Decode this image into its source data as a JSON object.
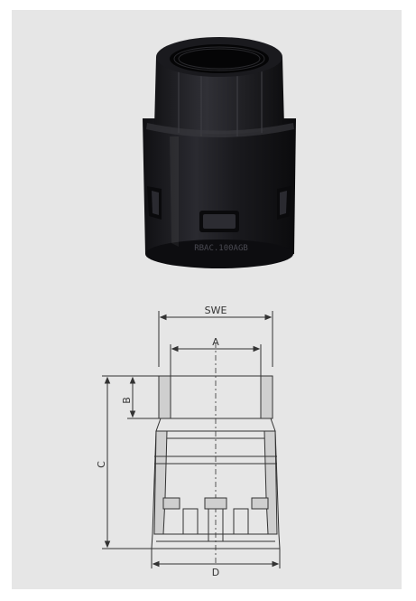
{
  "product": {
    "imprint": "RBAC.100AGB",
    "colors": {
      "background": "#e6e6e6",
      "body": "#1c1c20",
      "line": "#333333"
    }
  },
  "drawing": {
    "labels": {
      "swe": "SWE",
      "a": "A",
      "b": "B",
      "c": "C",
      "d": "D"
    }
  }
}
